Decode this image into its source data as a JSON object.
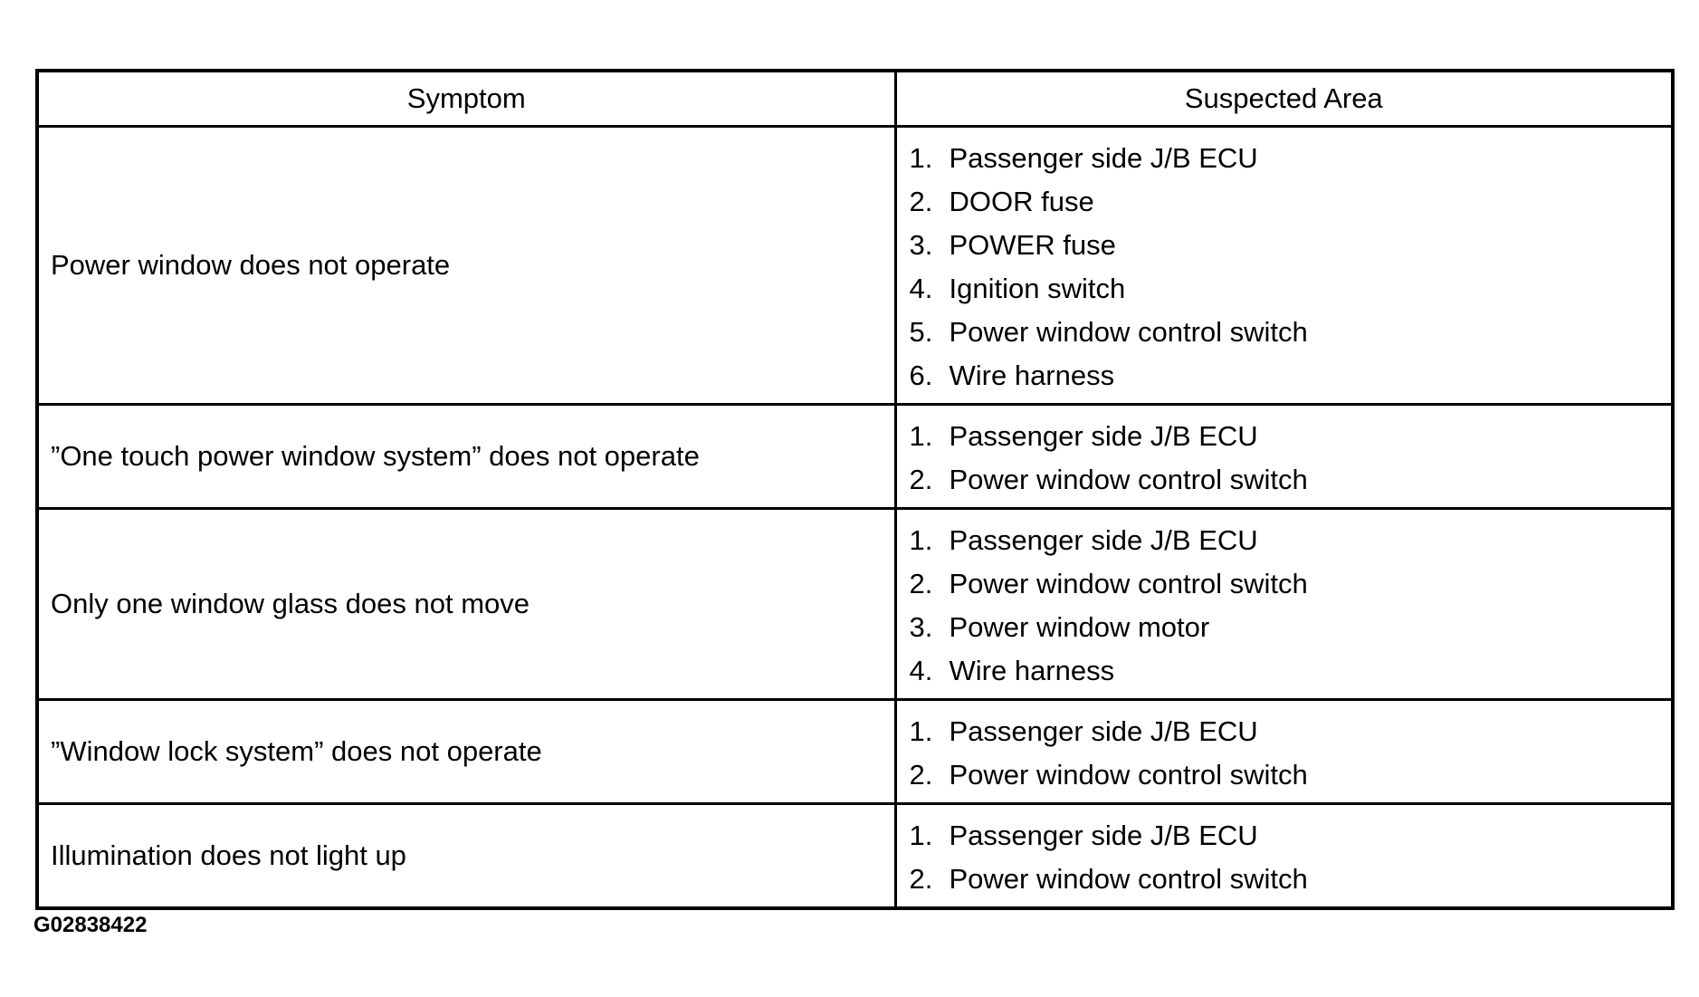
{
  "table": {
    "headers": {
      "symptom": "Symptom",
      "area": "Suspected Area"
    },
    "rows": [
      {
        "symptom": "Power window does not operate",
        "areas": [
          {
            "num": "1.",
            "text": "Passenger side J/B ECU"
          },
          {
            "num": "2.",
            "text": "DOOR fuse"
          },
          {
            "num": "3.",
            "text": "POWER fuse"
          },
          {
            "num": "4.",
            "text": "Ignition switch"
          },
          {
            "num": "5.",
            "text": "Power window control switch"
          },
          {
            "num": "6.",
            "text": "Wire harness"
          }
        ]
      },
      {
        "symptom": "”One touch power window system” does not operate",
        "areas": [
          {
            "num": "1.",
            "text": "Passenger side J/B ECU"
          },
          {
            "num": "2.",
            "text": "Power window control switch"
          }
        ]
      },
      {
        "symptom": "Only one window glass does not move",
        "areas": [
          {
            "num": "1.",
            "text": "Passenger side J/B ECU"
          },
          {
            "num": "2.",
            "text": "Power window control switch"
          },
          {
            "num": "3.",
            "text": "Power window motor"
          },
          {
            "num": "4.",
            "text": "Wire harness"
          }
        ]
      },
      {
        "symptom": "”Window lock system” does not operate",
        "areas": [
          {
            "num": "1.",
            "text": "Passenger side J/B ECU"
          },
          {
            "num": "2.",
            "text": "Power window control switch"
          }
        ]
      },
      {
        "symptom": "Illumination does not light up",
        "areas": [
          {
            "num": "1.",
            "text": "Passenger side J/B ECU"
          },
          {
            "num": "2.",
            "text": "Power window control switch"
          }
        ]
      }
    ]
  },
  "figure_id": "G02838422"
}
